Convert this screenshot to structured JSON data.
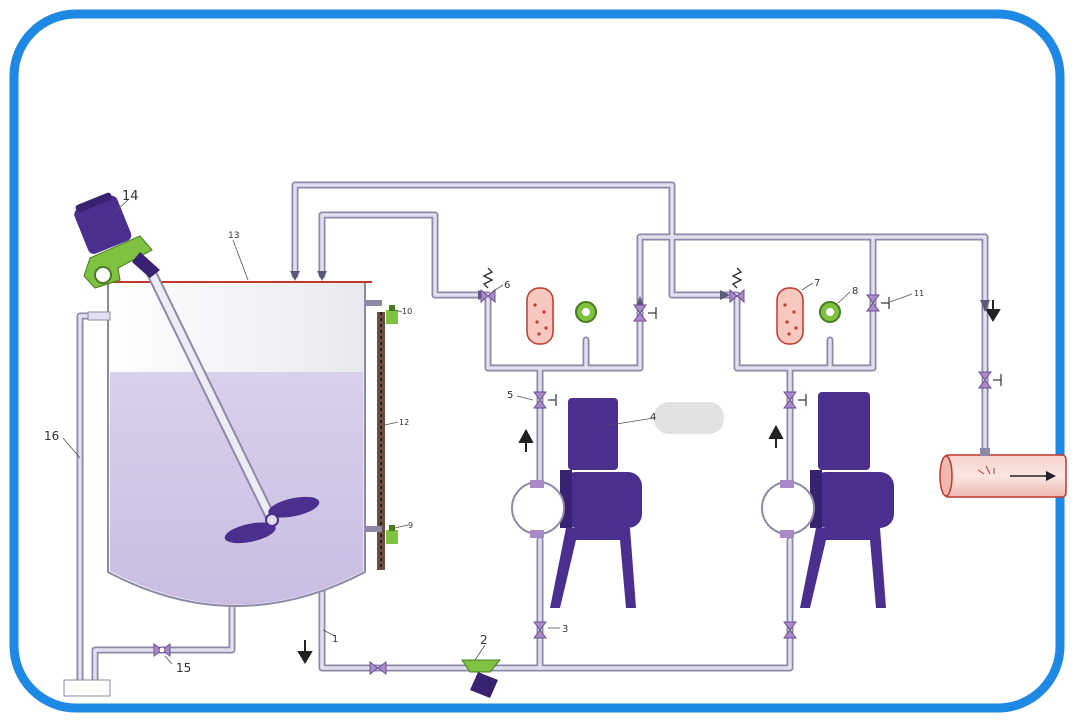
{
  "labels": {
    "l1": "1",
    "l2": "2",
    "l3": "3",
    "l4": "4",
    "l5": "5",
    "l6": "6",
    "l7": "7",
    "l8": "8",
    "l9": "9",
    "l10": "10",
    "l11": "11",
    "l12": "12",
    "l13": "13",
    "l14": "14",
    "l15": "15",
    "l16": "16"
  },
  "colors": {
    "frame": "#1e88e5",
    "pipe_outer": "#8c8aa6",
    "pipe_inner": "#e2e0ef",
    "liquid": "#dcd4ec",
    "motor": "#4b2f8f",
    "motor_dark": "#3a2272",
    "agitator_mount": "#7fc241",
    "valve": "#a88ac8",
    "outlet_pipe": "#f3c6c0",
    "outlet_pipe_border": "#c0392b",
    "pump_body": "#ffffff"
  }
}
